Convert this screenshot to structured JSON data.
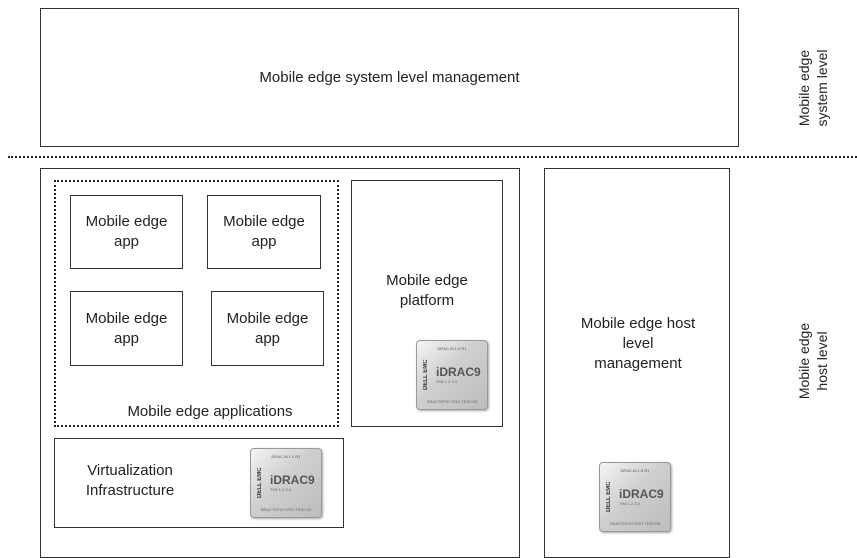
{
  "system": {
    "management_label": "Mobile edge system level management",
    "side_label": "Mobile edge system level"
  },
  "host": {
    "side_label": "Mobile edge host level",
    "management_label": "Mobile edge host level management",
    "platform_label": "Mobile edge platform",
    "applications_label": "Mobile edge applications",
    "virtualization_label": "Virtualization Infrastructure",
    "apps": [
      {
        "label": "Mobile edge app"
      },
      {
        "label": "Mobile edge app"
      },
      {
        "label": "Mobile edge app"
      },
      {
        "label": "Mobile edge app"
      }
    ]
  },
  "chip": {
    "name": "iDRAC9",
    "brand": "DELL EMC",
    "top_text": "DRAC-M 1.0 R1",
    "sub_text": "TH8 1.2.3.4",
    "bottom_text": "DRACTEPIO STIG TESCO5"
  }
}
